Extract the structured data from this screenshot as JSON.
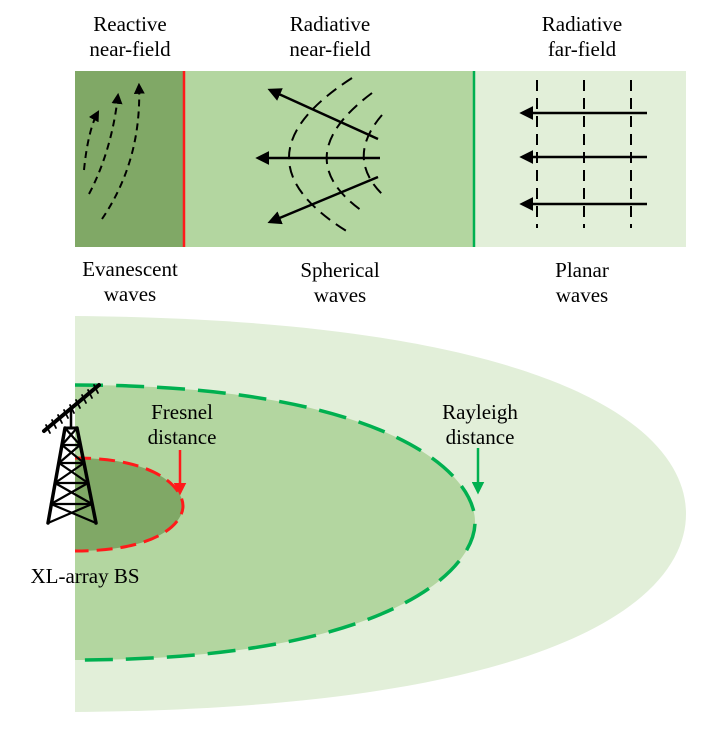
{
  "zones": [
    {
      "key": "reactive",
      "title": [
        "Reactive",
        "near-field"
      ],
      "wave": [
        "Evanescent",
        "waves"
      ]
    },
    {
      "key": "radiative_near",
      "title": [
        "Radiative",
        "near-field"
      ],
      "wave": [
        "Spherical",
        "waves"
      ]
    },
    {
      "key": "far",
      "title": [
        "Radiative",
        "far-field"
      ],
      "wave": [
        "Planar",
        "waves"
      ]
    }
  ],
  "bottom": {
    "fresnel": [
      "Fresnel",
      "distance"
    ],
    "rayleigh": [
      "Rayleigh",
      "distance"
    ],
    "bs": "XL-array BS"
  },
  "colors": {
    "reactive_fill": "#80a866",
    "radiative_fill": "#b3d6a0",
    "far_fill": "#e2efd9",
    "fresnel_line": "#ff1a1a",
    "rayleigh_line": "#00b050"
  }
}
